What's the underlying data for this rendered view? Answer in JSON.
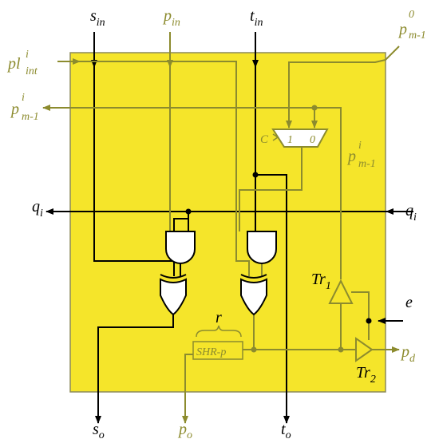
{
  "colors": {
    "background_block": "#f5e52a",
    "block_border": "#8c8a5a",
    "primary_wire": "#000000",
    "secondary_wire": "#8c8b2e",
    "gate_fill": "#ffffff"
  },
  "labels": {
    "s_in": {
      "base": "s",
      "sub": "in"
    },
    "p_in": {
      "base": "p",
      "sub": "in"
    },
    "t_in": {
      "base": "t",
      "sub": "in"
    },
    "p0_m1": {
      "base": "p",
      "sup": "0",
      "sub": "m-1"
    },
    "pl_int": {
      "base": "pl",
      "sup": "i",
      "sub": "int"
    },
    "pi_m1_left": {
      "base": "p",
      "sup": "i",
      "sub": "m-1"
    },
    "pi_m1_right": {
      "base": "p",
      "sup": "i",
      "sub": "m-1"
    },
    "q_left": {
      "base": "q",
      "sub": "i"
    },
    "q_right": {
      "base": "q",
      "sub": "i"
    },
    "e": {
      "base": "e"
    },
    "p_d": {
      "base": "p",
      "sub": "d"
    },
    "s_o": {
      "base": "s",
      "sub": "o"
    },
    "p_o": {
      "base": "p",
      "sub": "o"
    },
    "t_o": {
      "base": "t",
      "sub": "o"
    },
    "tr1": {
      "base": "Tr",
      "sub": "1"
    },
    "tr2": {
      "base": "Tr",
      "sub": "2"
    },
    "r": {
      "base": "r"
    },
    "shr": {
      "base": "SHR-p"
    },
    "mux_c": {
      "base": "C"
    },
    "mux_1": {
      "base": "1"
    },
    "mux_0": {
      "base": "0"
    }
  }
}
